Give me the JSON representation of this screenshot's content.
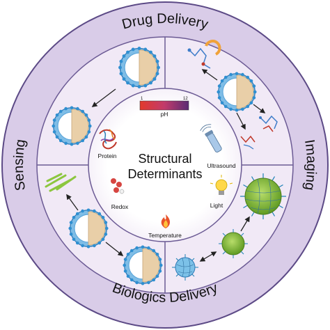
{
  "ring": {
    "top": "Drug Delivery",
    "right": "Imaging",
    "bottom": "Biologics Delivery",
    "left": "Sensing"
  },
  "center": {
    "line1": "Structural",
    "line2": "Determinants"
  },
  "stimuli": {
    "ph_label": "pH",
    "ph_min": "1",
    "ph_max": "12",
    "protein": "Protein",
    "ultrasound": "Ultrasound",
    "redox": "Redox",
    "light": "Light",
    "temperature": "Temperature"
  },
  "colors": {
    "outer_ring": "#d9cce8",
    "outer_ring_stroke": "#5c4a86",
    "middle_ring": "#f1e9f6",
    "inner_circle": "#ffffff",
    "divider": "#6b5a94",
    "vesicle_shell": "#3f9ad8",
    "vesicle_core": "#e9cfa8",
    "nanoparticle": "#8cbf3f",
    "nanoparticle_ligand": "#1a7fb5",
    "ph_gradient": [
      "#e23a2c",
      "#c23b6b",
      "#6a2e7e"
    ]
  }
}
